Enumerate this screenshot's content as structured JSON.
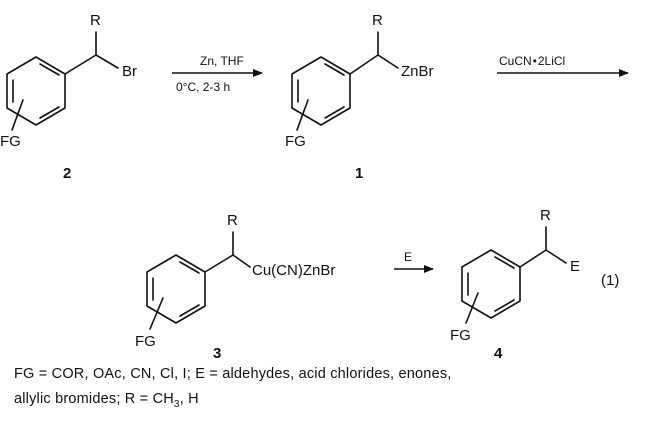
{
  "compounds": [
    {
      "id": "2",
      "number": "2",
      "r_label": "R",
      "substituent": "Br",
      "fg_label": "FG"
    },
    {
      "id": "1",
      "number": "1",
      "r_label": "R",
      "substituent": "ZnBr",
      "fg_label": "FG"
    },
    {
      "id": "3",
      "number": "3",
      "r_label": "R",
      "substituent": "Cu(CN)ZnBr",
      "fg_label": "FG"
    },
    {
      "id": "4",
      "number": "4",
      "r_label": "R",
      "substituent": "E",
      "fg_label": "FG"
    }
  ],
  "arrows": {
    "step1": {
      "above": "Zn, THF",
      "below": "0°C, 2-3 h"
    },
    "step2": {
      "above_main": "CuCN",
      "above_dot": "•",
      "above_tail": "2LiCl"
    },
    "step3": {
      "above": "E"
    }
  },
  "equation_number": "(1)",
  "footnote": {
    "line1": "FG = COR, OAc, CN, Cl, I; E = aldehydes, acid chlorides, enones,",
    "line2_a": "allylic bromides; R = CH",
    "line2_sub": "3",
    "line2_b": ", H"
  }
}
